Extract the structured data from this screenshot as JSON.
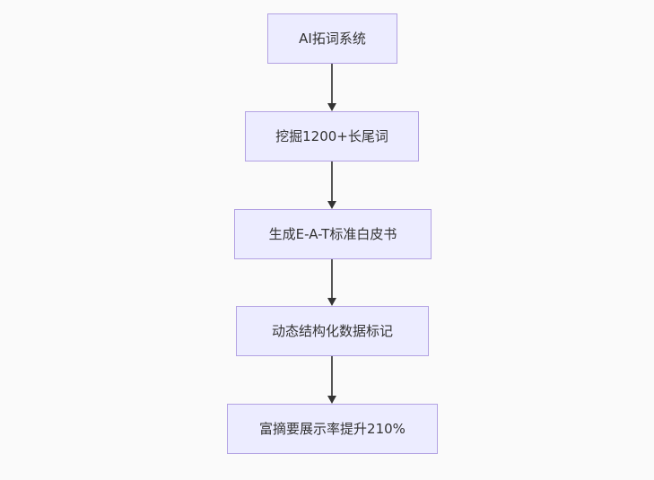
{
  "flowchart": {
    "title": "SEO AI flowchart",
    "colors": {
      "background": "#fafafa",
      "node_fill": "#ececff",
      "node_border": "#b3a2e3",
      "node_text": "#333333",
      "arrow_line": "#555555",
      "arrow_head": "#333333"
    },
    "nodes": [
      {
        "label": "AI拓词系统"
      },
      {
        "label": "挖掘1200+长尾词"
      },
      {
        "label": "生成E-A-T标准白皮书"
      },
      {
        "label": "动态结构化数据标记"
      },
      {
        "label": "富摘要展示率提升210%"
      }
    ],
    "edges": [
      {
        "from": 0,
        "to": 1
      },
      {
        "from": 1,
        "to": 2
      },
      {
        "from": 2,
        "to": 3
      },
      {
        "from": 3,
        "to": 4
      }
    ]
  }
}
